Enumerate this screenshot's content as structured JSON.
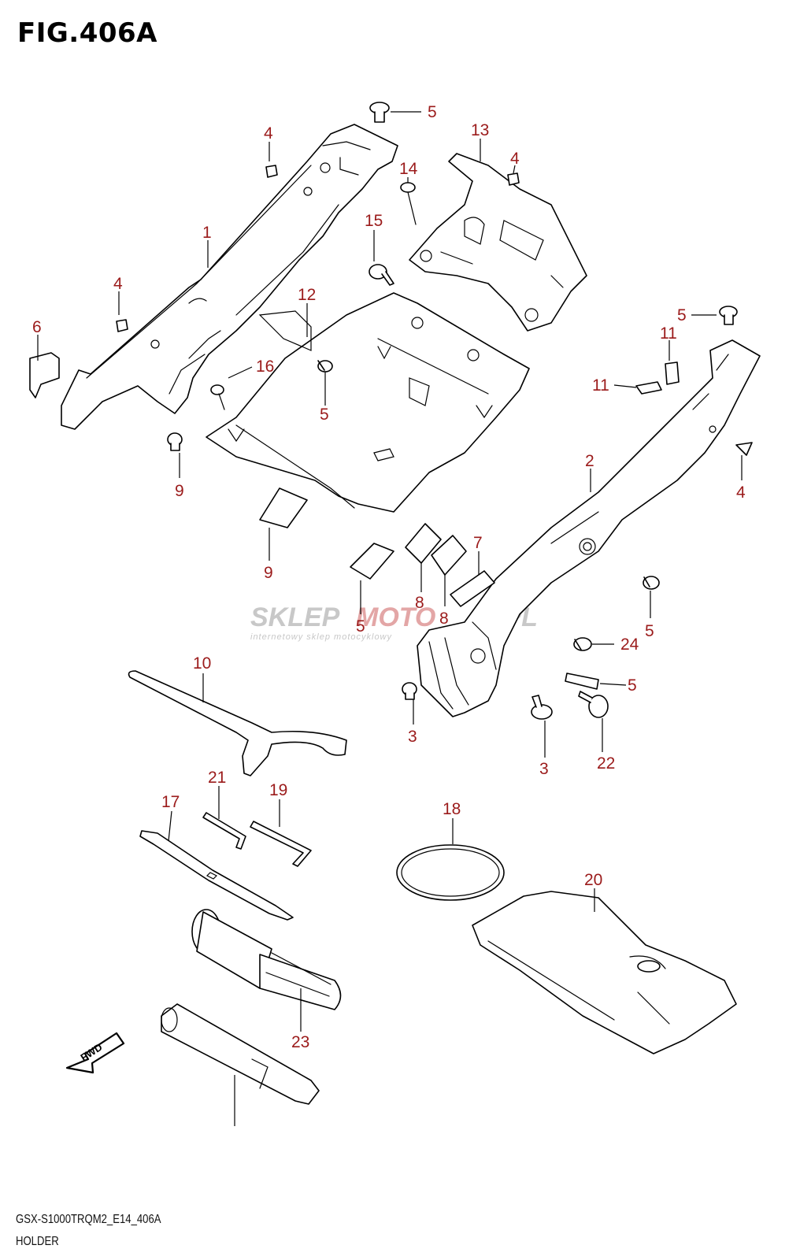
{
  "figure": {
    "title": "FIG.406A"
  },
  "footer": {
    "model_code": "GSX-S1000TRQM2_E14_406A",
    "name": "HOLDER"
  },
  "watermark": {
    "brand_a": "SKLEP",
    "brand_b": "MOTO",
    "brand_tail": ".PL",
    "tagline": "internetowy sklep motocyklowy"
  },
  "fwd_label": "FWD",
  "callouts": [
    "5",
    "13",
    "4",
    "14",
    "4",
    "15",
    "1",
    "12",
    "4",
    "5",
    "11",
    "6",
    "16",
    "11",
    "5",
    "2",
    "4",
    "9",
    "7",
    "8",
    "9",
    "8",
    "5",
    "5",
    "24",
    "10",
    "5",
    "3",
    "3",
    "22",
    "21",
    "19",
    "17",
    "18",
    "20",
    "23"
  ],
  "colors": {
    "callout": "#9b1b1b",
    "line": "#000000",
    "watermark_grey": "#c8c8c8",
    "watermark_red": "#e3a6a6"
  }
}
